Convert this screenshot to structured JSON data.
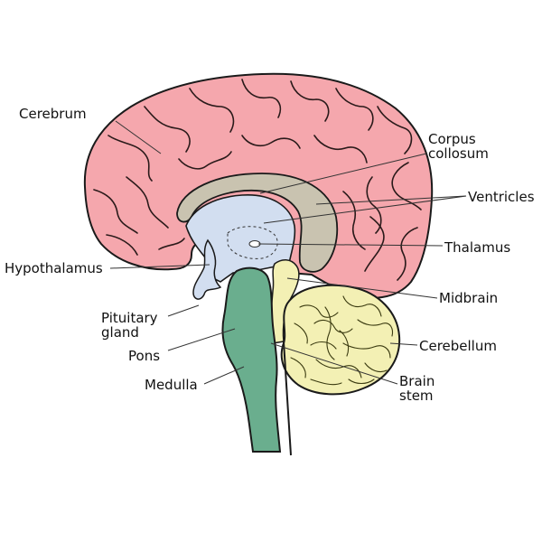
{
  "labels": {
    "cerebrum": "Cerebrum",
    "corpus_collosum_line1": "Corpus",
    "corpus_collosum_line2": "collosum",
    "ventricles": "Ventricles",
    "thalamus": "Thalamus",
    "hypothalamus": "Hypothalamus",
    "midbrain": "Midbrain",
    "pituitary_line1": "Pituitary",
    "pituitary_line2": "gland",
    "pons": "Pons",
    "cerebellum": "Cerebellum",
    "medulla": "Medulla",
    "brain_stem_line1": "Brain",
    "brain_stem_line2": "stem"
  },
  "colors": {
    "cerebrum": "#f5a7ad",
    "corpus_collosum": "#c9c3b0",
    "ventricles": "#d2def0",
    "brain_stem": "#6aae8e",
    "cerebellum": "#f3f0b4",
    "outline": "#1a1a1a"
  }
}
